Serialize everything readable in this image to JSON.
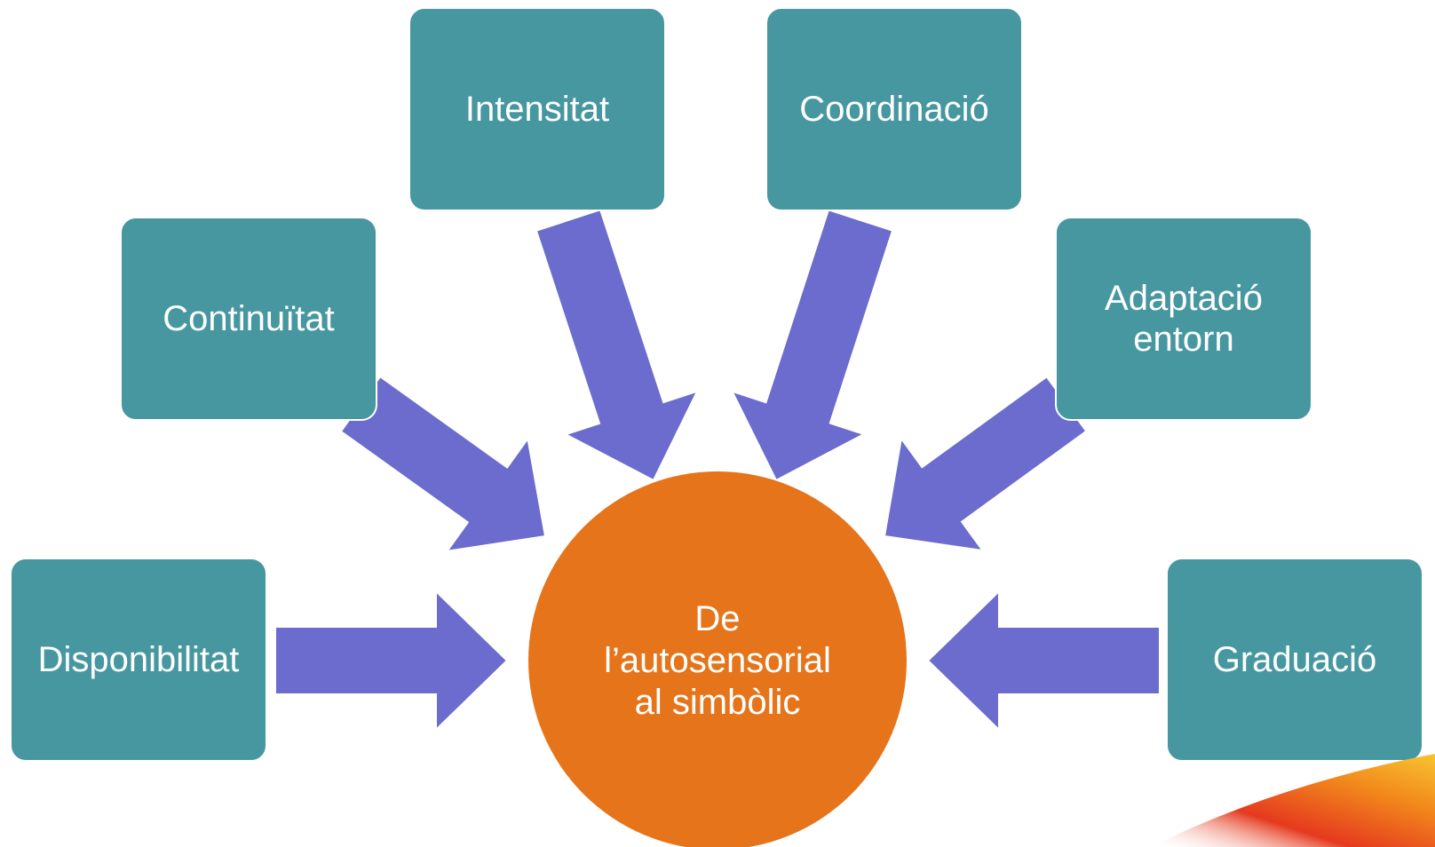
{
  "colors": {
    "box_fill": "#4797a0",
    "arrow_fill": "#6b6ccd",
    "hub_fill": "#e5741a",
    "text": "#ffffff"
  },
  "center": {
    "label": "De\nl’autosensorial\nal simbòlic"
  },
  "factors": [
    {
      "label": "Disponibilitat"
    },
    {
      "label": "Continuïtat"
    },
    {
      "label": "Intensitat"
    },
    {
      "label": "Coordinació"
    },
    {
      "label": "Adaptació\nentorn"
    },
    {
      "label": "Graduació"
    }
  ]
}
